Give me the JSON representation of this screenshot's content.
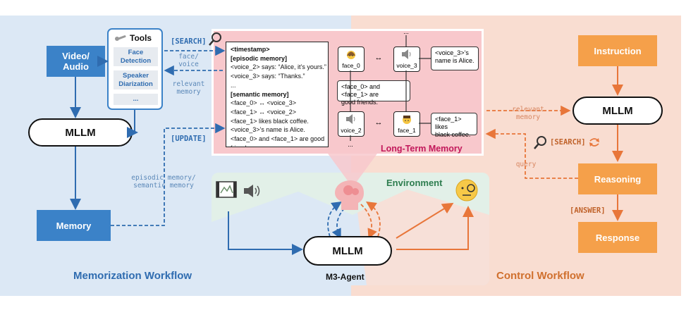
{
  "memorization": {
    "video_audio": "Video/\nAudio",
    "tools_title": "Tools",
    "tools": [
      "Face Detection",
      "Speaker Diarization",
      "..."
    ],
    "mllm": "MLLM",
    "memory": "Memory",
    "search_label": "[SEARCH]",
    "face_voice": "face/\nvoice",
    "relevant_memory": "relevant\nmemory",
    "update_label": "[UPDATE]",
    "episodic_semantic": "episodic memory/\nsemantic memory",
    "workflow_label": "Memorization Workflow"
  },
  "memory_doc": {
    "lines": [
      {
        "t": "<timestamp>",
        "b": true
      },
      {
        "t": "[episodic memory]",
        "b": true
      },
      {
        "t": "<voice_2> says: “Alice, it’s yours.”",
        "b": false
      },
      {
        "t": "<voice_3> says: “Thanks.”",
        "b": false
      },
      {
        "t": "...",
        "b": false
      },
      {
        "t": "[semantic memory]",
        "b": true
      },
      {
        "t": "<face_0> ↔ <voice_3>",
        "b": false
      },
      {
        "t": "<face_1> ↔ <voice_2>",
        "b": false
      },
      {
        "t": "<face_1> likes black coffee.",
        "b": false
      },
      {
        "t": "<voice_3>’s name is Alice.",
        "b": false
      },
      {
        "t": "<face_0> and <face_1> are good",
        "b": false
      },
      {
        "t": "friends.",
        "b": false
      },
      {
        "t": "...",
        "b": false
      }
    ]
  },
  "graph": {
    "face_0": "face_0",
    "voice_3": "voice_3",
    "voice_2": "voice_2",
    "face_1": "face_1",
    "arrow": "↔",
    "ellipsis": "...",
    "note_alice": "<voice_3>’s\nname is Alice.",
    "note_friends": "<face_0> and <face_1> are\ngood friends.",
    "note_coffee": "<face_1> likes\nblack coffee.",
    "ltm_label": "Long-Term Memory"
  },
  "agent": {
    "environment": "Environment",
    "mllm": "MLLM",
    "name": "M3-Agent"
  },
  "control": {
    "instruction": "Instruction",
    "mllm": "MLLM",
    "reasoning": "Reasoning",
    "response": "Response",
    "relevant_memory": "relevant\nmemory",
    "search_label": "[SEARCH]",
    "query": "query",
    "answer_label": "[ANSWER]",
    "workflow_label": "Control Workflow"
  },
  "colors": {
    "blue": "#3b82c8",
    "orange": "#f5a04a",
    "blue_text": "#2f6cb0",
    "orange_text": "#c0622a",
    "ltm_pink": "#f8c8cc",
    "ltm_label": "#c2185b"
  }
}
